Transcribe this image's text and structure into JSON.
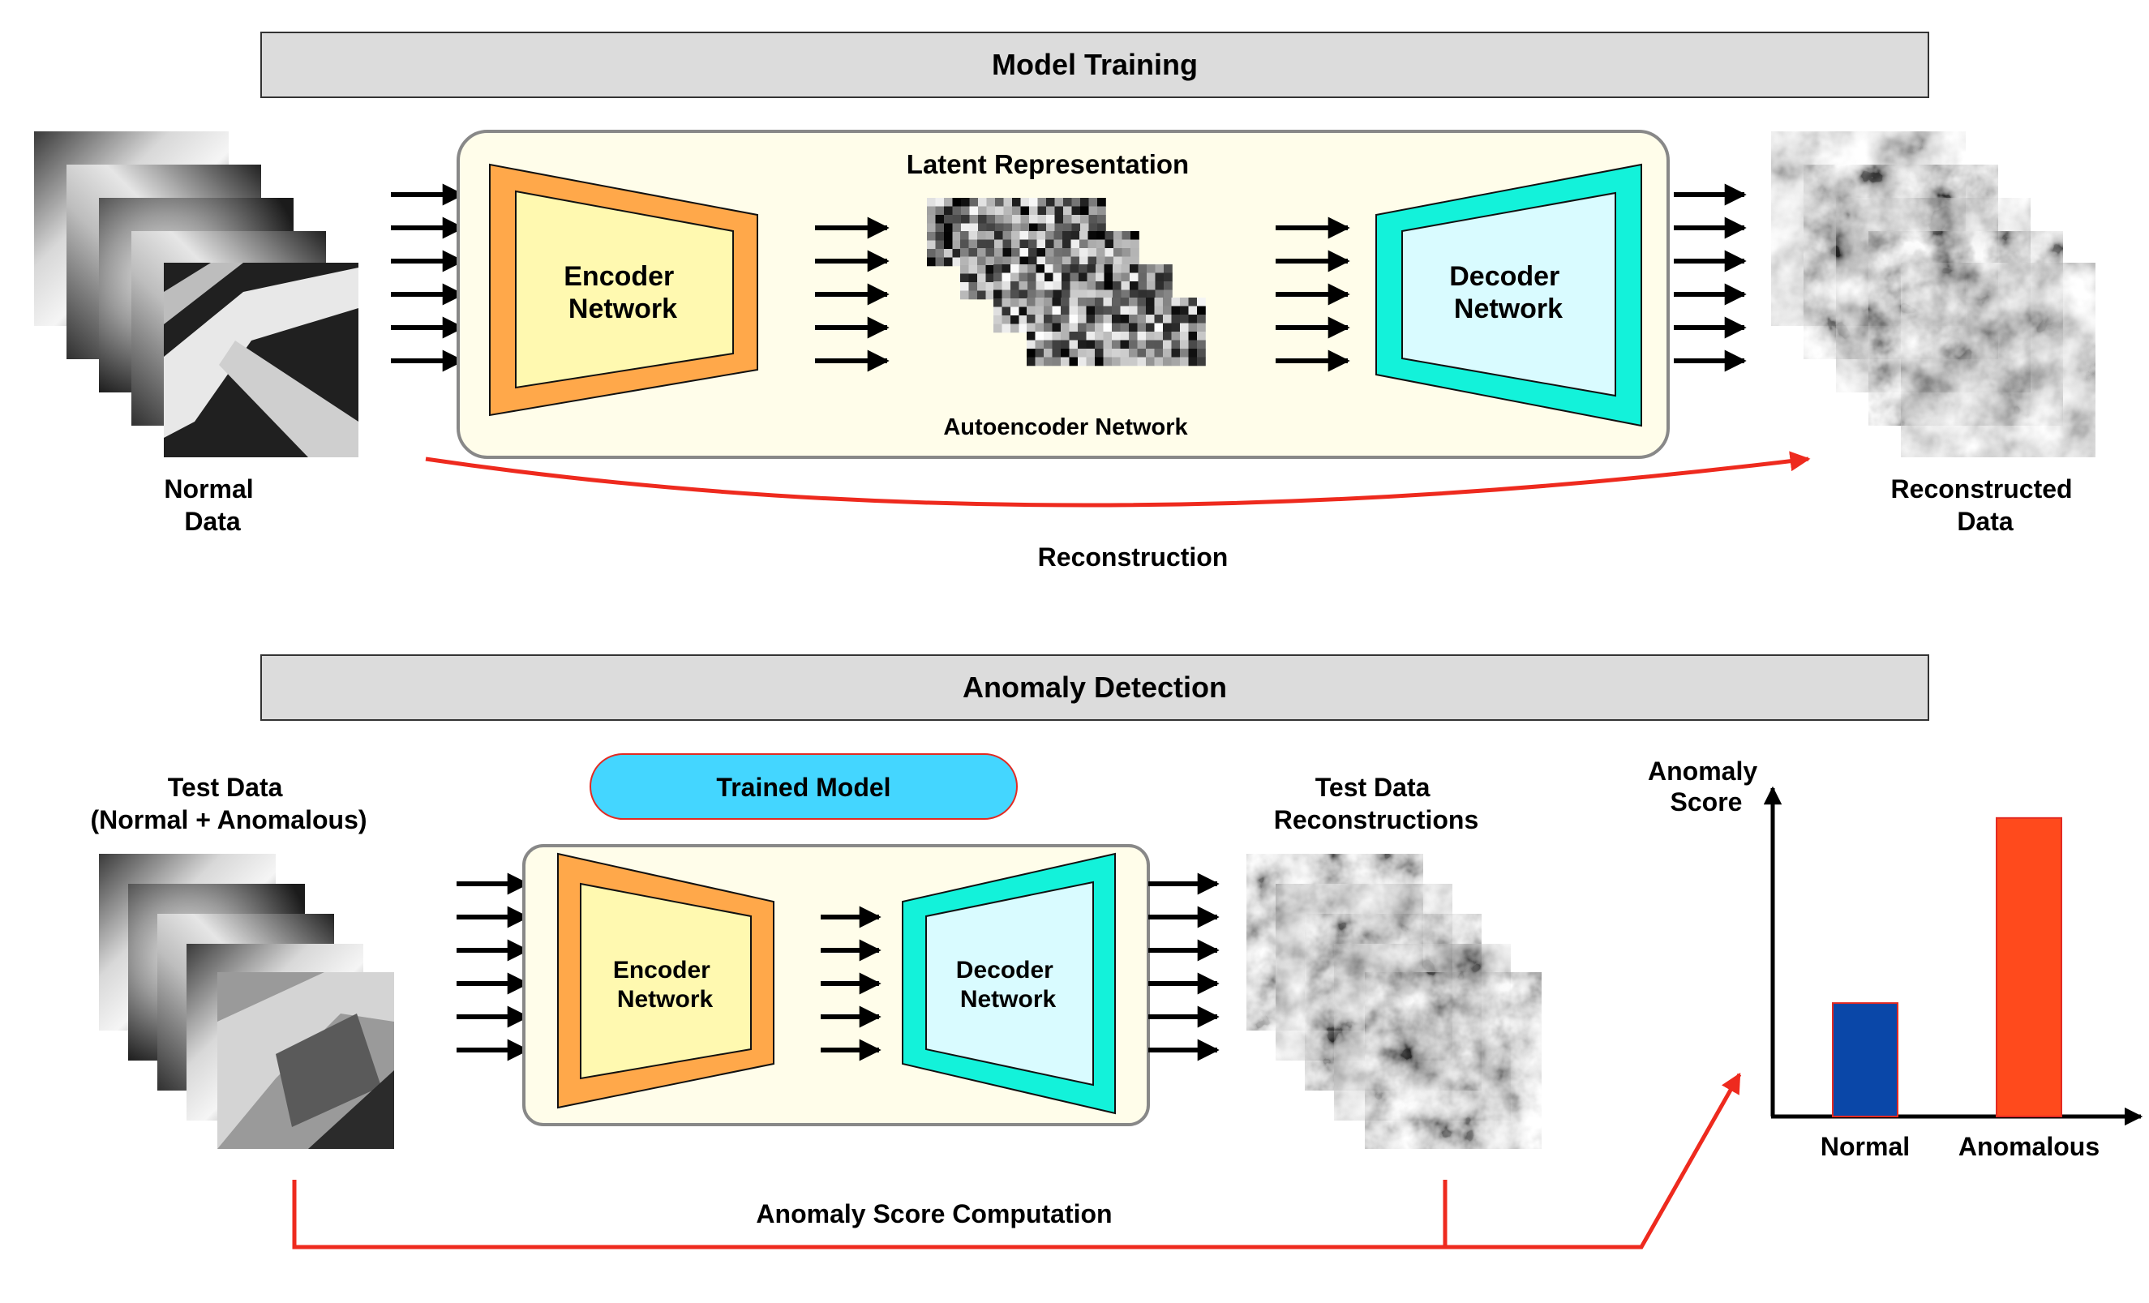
{
  "sections": {
    "training_title": "Model Training",
    "detection_title": "Anomaly Detection"
  },
  "training": {
    "input_label": [
      "Normal",
      "Data"
    ],
    "encoder_label": [
      "Encoder",
      "Network"
    ],
    "decoder_label": [
      "Decoder",
      "Network"
    ],
    "latent_label": "Latent Representation",
    "autoencoder_label": "Autoencoder Network",
    "output_label": [
      "Reconstructed",
      "Data"
    ],
    "reconstruction_label": "Reconstruction"
  },
  "detection": {
    "input_label": [
      "Test Data",
      "(Normal + Anomalous)"
    ],
    "trained_model_label": "Trained Model",
    "encoder_label": [
      "Encoder",
      "Network"
    ],
    "decoder_label": [
      "Decoder",
      "Network"
    ],
    "output_label": [
      "Test Data",
      "Reconstructions"
    ],
    "score_computation_label": "Anomaly Score Computation"
  },
  "chart_data": {
    "type": "bar",
    "title": "",
    "ylabel": "Anomaly Score",
    "xlabel": "",
    "categories": [
      "Normal",
      "Anomalous"
    ],
    "values": [
      0.38,
      1.0
    ],
    "ylim": [
      0,
      1.1
    ],
    "colors": [
      "#0a47a8",
      "#ff4a1c"
    ],
    "grid": false
  },
  "colors": {
    "encoder_outer": "#ffa84a",
    "encoder_inner": "#fff9b0",
    "decoder_outer": "#13f2da",
    "decoder_inner": "#d9fbff",
    "network_box": "#fffdea",
    "header_bar": "#dcdcdc",
    "trained_model": "#44d6ff",
    "red_line": "#ee2a1e"
  }
}
